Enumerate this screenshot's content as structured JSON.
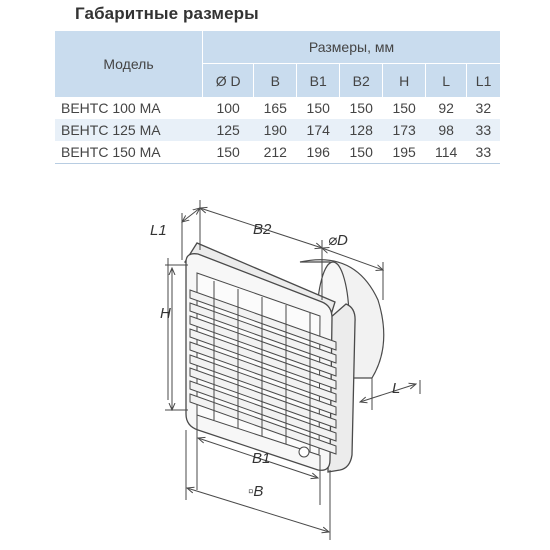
{
  "title": "Габаритные размеры",
  "table": {
    "model_header": "Модель",
    "dims_header": "Размеры, мм",
    "columns": [
      "Ø D",
      "B",
      "B1",
      "B2",
      "H",
      "L",
      "L1"
    ],
    "rows": [
      {
        "model": "ВЕНТС 100 МА",
        "values": [
          "100",
          "165",
          "150",
          "150",
          "150",
          "92",
          "32"
        ]
      },
      {
        "model": "ВЕНТС 125 МА",
        "values": [
          "125",
          "190",
          "174",
          "128",
          "173",
          "98",
          "33"
        ]
      },
      {
        "model": "ВЕНТС 150 МА",
        "values": [
          "150",
          "212",
          "196",
          "150",
          "195",
          "114",
          "33"
        ]
      }
    ]
  },
  "drawing": {
    "labels": {
      "l1": "L1",
      "b2": "B2",
      "d": "⌀D",
      "h": "H",
      "l": "L",
      "b1": "B1",
      "b": "▫B"
    },
    "colors": {
      "line": "#4a4a4a",
      "fill": "#f7f7f7"
    }
  }
}
